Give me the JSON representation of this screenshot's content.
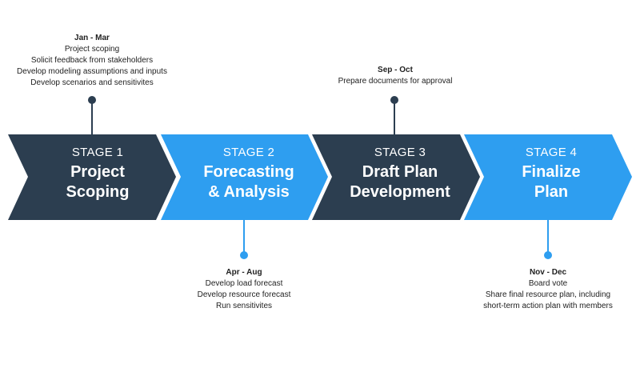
{
  "colors": {
    "dark": "#2c3e50",
    "blue": "#2e9ef0"
  },
  "stages": [
    {
      "label": "STAGE 1",
      "title_lines": [
        "Project",
        "Scoping"
      ],
      "color": "#2c3e50"
    },
    {
      "label": "STAGE 2",
      "title_lines": [
        "Forecasting",
        "& Analysis"
      ],
      "color": "#2e9ef0"
    },
    {
      "label": "STAGE 3",
      "title_lines": [
        "Draft Plan",
        "Development"
      ],
      "color": "#2c3e50"
    },
    {
      "label": "STAGE 4",
      "title_lines": [
        "Finalize",
        "Plan"
      ],
      "color": "#2e9ef0"
    }
  ],
  "notes": [
    {
      "period": "Jan - Mar",
      "items": [
        "Project scoping",
        "Solicit feedback from stakeholders",
        "Develop modeling assumptions and inputs",
        "Develop scenarios and sensitivites"
      ]
    },
    {
      "period": "Apr - Aug",
      "items": [
        "Develop load forecast",
        "Develop resource forecast",
        "Run sensitivites"
      ]
    },
    {
      "period": "Sep - Oct",
      "items": [
        "Prepare documents for approval"
      ]
    },
    {
      "period": "Nov - Dec",
      "items": [
        "Board vote",
        "Share final resource plan, including",
        "short-term action plan with members"
      ]
    }
  ]
}
